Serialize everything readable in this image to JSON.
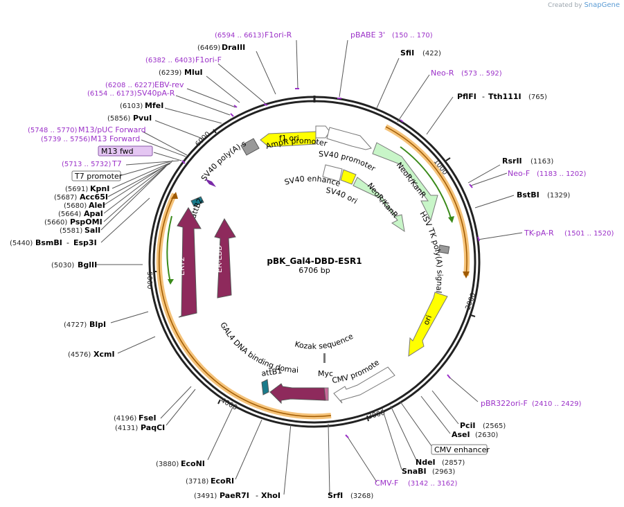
{
  "branding": {
    "created_by": "Created by",
    "product": "SnapGene"
  },
  "plasmid": {
    "name": "pBK_Gal4-DBD-ESR1",
    "size": "6706 bp"
  },
  "colors": {
    "primer": "#9b30c8",
    "feature_yellow": "#ffff00",
    "feature_green": "#c8f5c8",
    "feature_maroon": "#8e2a5c",
    "orf_highlight": "#f5c37a",
    "orf_line": "#a05a00",
    "orf_arrow_green": "#3a8a1a",
    "backbone": "#222222"
  },
  "ticks": [
    "1000",
    "2000",
    "3000",
    "4000",
    "5000",
    "6000"
  ],
  "features": {
    "f1_ori": "f1 ori",
    "ampr_promoter": "AmpR promoter",
    "sv40_polya": "SV40 poly(A) signal",
    "sv40_promoter": "SV40 promoter",
    "neor_kanr_outer": "NeoR/KanR",
    "neor_kanr_inner": "NeoR/KanR",
    "sv40_enhancer": "SV40 enhancer",
    "sv40_ori": "SV40 ori",
    "hsv_tk_polya": "HSV TK poly(A) signal",
    "ori": "ori",
    "cmv_promoter": "CMV promoter",
    "kozak": "Kozak sequence",
    "myc": "Myc",
    "gal4": "GAL4 DNA binding domain",
    "attb1": "attB1",
    "attb2": "attB2",
    "ert2": "ERT2",
    "er_lbd": "ER-LBD"
  },
  "left_labels": {
    "primer_f1ori_r": {
      "range": "(6594 .. 6613)",
      "name": "F1ori-R"
    },
    "site_draiii": {
      "pos": "(6469)",
      "name": "DraIII"
    },
    "primer_f1ori_f": {
      "range": "(6382 .. 6403)",
      "name": "F1ori-F"
    },
    "site_mlui": {
      "pos": "(6239)",
      "name": "MluI"
    },
    "primer_ebv_rev": {
      "range": "(6208 .. 6227)",
      "name": "EBV-rev"
    },
    "primer_sv40pa_r": {
      "range": "(6154 .. 6173)",
      "name": "SV40pA-R"
    },
    "site_mfei": {
      "pos": "(6103)",
      "name": "MfeI"
    },
    "site_pvui": {
      "pos": "(5856)",
      "name": "PvuI"
    },
    "primer_m13_puc": {
      "range": "(5748 .. 5770)",
      "name": "M13/pUC Forward"
    },
    "primer_m13_fwd": {
      "range": "(5739 .. 5756)",
      "name": "M13 Forward"
    },
    "primer_m13_fwd_box": {
      "name": "M13 fwd"
    },
    "primer_t7": {
      "range": "(5713 .. 5732)",
      "name": "T7"
    },
    "feature_t7_promoter": {
      "name": "T7 promoter"
    },
    "site_kpni": {
      "pos": "(5691)",
      "name": "KpnI"
    },
    "site_acc65i": {
      "pos": "(5687)",
      "name": "Acc65I"
    },
    "site_alei": {
      "pos": "(5680)",
      "name": "AleI"
    },
    "site_apai": {
      "pos": "(5664)",
      "name": "ApaI"
    },
    "site_pspomi": {
      "pos": "(5660)",
      "name": "PspOMI"
    },
    "site_sali": {
      "pos": "(5581)",
      "name": "SalI"
    },
    "site_bsmbi": {
      "pos": "(5440)",
      "name": "BsmBI",
      "extra": "Esp3I"
    },
    "site_bglii": {
      "pos": "(5030)",
      "name": "BglII"
    },
    "site_blpi": {
      "pos": "(4727)",
      "name": "BlpI"
    },
    "site_xcmi": {
      "pos": "(4576)",
      "name": "XcmI"
    },
    "site_fsei": {
      "pos": "(4196)",
      "name": "FseI"
    },
    "site_paqci": {
      "pos": "(4131)",
      "name": "PaqCI"
    },
    "site_econi": {
      "pos": "(3880)",
      "name": "EcoNI"
    },
    "site_ecori": {
      "pos": "(3718)",
      "name": "EcoRI"
    },
    "site_paer7i": {
      "pos": "(3491)",
      "name": "PaeR7I",
      "extra": "XhoI"
    },
    "site_srfi": {
      "pos": "(3268)",
      "name": "SrfI"
    }
  },
  "right_labels": {
    "primer_pbabe3": {
      "name": "pBABE 3'",
      "range": "(150 .. 170)"
    },
    "site_sfii": {
      "name": "SfiI",
      "pos": "(422)"
    },
    "primer_neo_r": {
      "name": "Neo-R",
      "range": "(573 .. 592)"
    },
    "site_pflfi": {
      "name": "PflFI",
      "extra": "Tth111I",
      "pos": "(765)"
    },
    "site_rsrii": {
      "name": "RsrII",
      "pos": "(1163)"
    },
    "primer_neo_f": {
      "name": "Neo-F",
      "range": "(1183 .. 1202)"
    },
    "site_bstbi": {
      "name": "BstBI",
      "pos": "(1329)"
    },
    "primer_tk_pa_r": {
      "name": "TK-pA-R",
      "range": "(1501 .. 1520)"
    },
    "primer_pbr322ori_f": {
      "name": "pBR322ori-F",
      "range": "(2410 .. 2429)"
    },
    "site_pcii": {
      "name": "PciI",
      "pos": "(2565)"
    },
    "site_asei": {
      "name": "AseI",
      "pos": "(2630)"
    },
    "feature_cmv_enhancer": {
      "name": "CMV enhancer"
    },
    "site_ndei": {
      "name": "NdeI",
      "pos": "(2857)"
    },
    "site_snabi": {
      "name": "SnaBI",
      "pos": "(2963)"
    },
    "primer_cmv_f": {
      "name": "CMV-F",
      "range": "(3142 .. 3162)"
    }
  }
}
